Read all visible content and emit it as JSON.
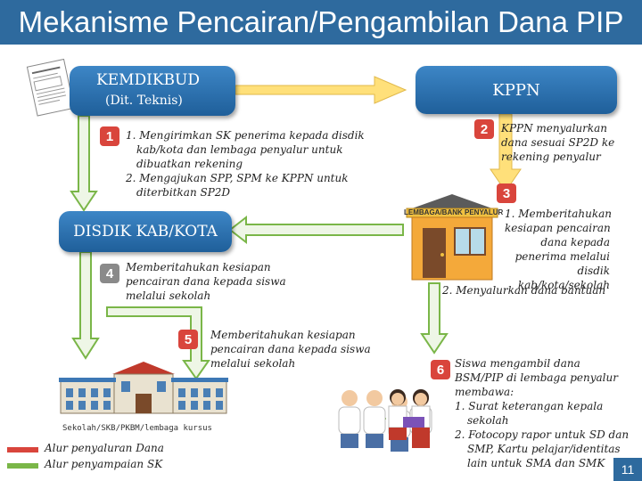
{
  "title": "Mekanisme Pencairan/Pengambilan Dana PIP",
  "nodes": {
    "kemdikbud": {
      "line1": "KEMDIKBUD",
      "line2": "(Dit. Teknis)"
    },
    "kppn": "KPPN",
    "disdik": "DISDIK KAB/KOTA",
    "sekolah": "Sekolah/SKB/PKBM/lembaga kursus",
    "bank_sign": "LEMBAGA/BANK PENYALUR"
  },
  "steps": {
    "s1": {
      "num": "1",
      "lines": [
        "1. Mengirimkan SK penerima kepada disdik",
        "kab/kota dan lembaga penyalur untuk",
        "dibuatkan rekening",
        "2. Mengajukan SPP, SPM ke KPPN untuk",
        "diterbitkan SP2D"
      ]
    },
    "s2": {
      "num": "2",
      "lines": [
        "KPPN menyalurkan",
        "dana sesuai SP2D ke",
        "rekening penyalur"
      ]
    },
    "s3": {
      "num": "3",
      "lines": [
        "1. Memberitahukan",
        "kesiapan pencairan",
        "dana kepada",
        "penerima melalui",
        "disdik",
        "kab/kota/sekolah",
        "2. Menyalurkan dana bantuan"
      ]
    },
    "s4": {
      "num": "4",
      "lines": [
        "Memberitahukan kesiapan",
        "pencairan dana kepada siswa",
        "melalui sekolah"
      ]
    },
    "s5": {
      "num": "5",
      "lines": [
        "Memberitahukan kesiapan",
        "pencairan dana kepada siswa",
        "melalui sekolah"
      ]
    },
    "s6": {
      "num": "6",
      "lines": [
        "Siswa mengambil dana",
        "BSM/PIP di lembaga penyalur",
        "membawa:",
        "1. Surat keterangan kepala",
        "sekolah",
        "2. Fotocopy rapor untuk SD dan",
        "SMP, Kartu pelajar/identitas",
        "lain untuk SMA dan SMK"
      ]
    }
  },
  "legend": [
    {
      "label": "Alur penyaluran Dana",
      "color": "#d9453c"
    },
    {
      "label": "Alur penyampaian SK",
      "color": "#7ab648"
    }
  ],
  "colors": {
    "title_bar": "#2e6a9e",
    "node_blue": "#2f74b5",
    "arrow_yellow": "#ffe07a",
    "arrow_green": "#7ab648",
    "badge_red": "#d9453c"
  },
  "page_number": "11"
}
